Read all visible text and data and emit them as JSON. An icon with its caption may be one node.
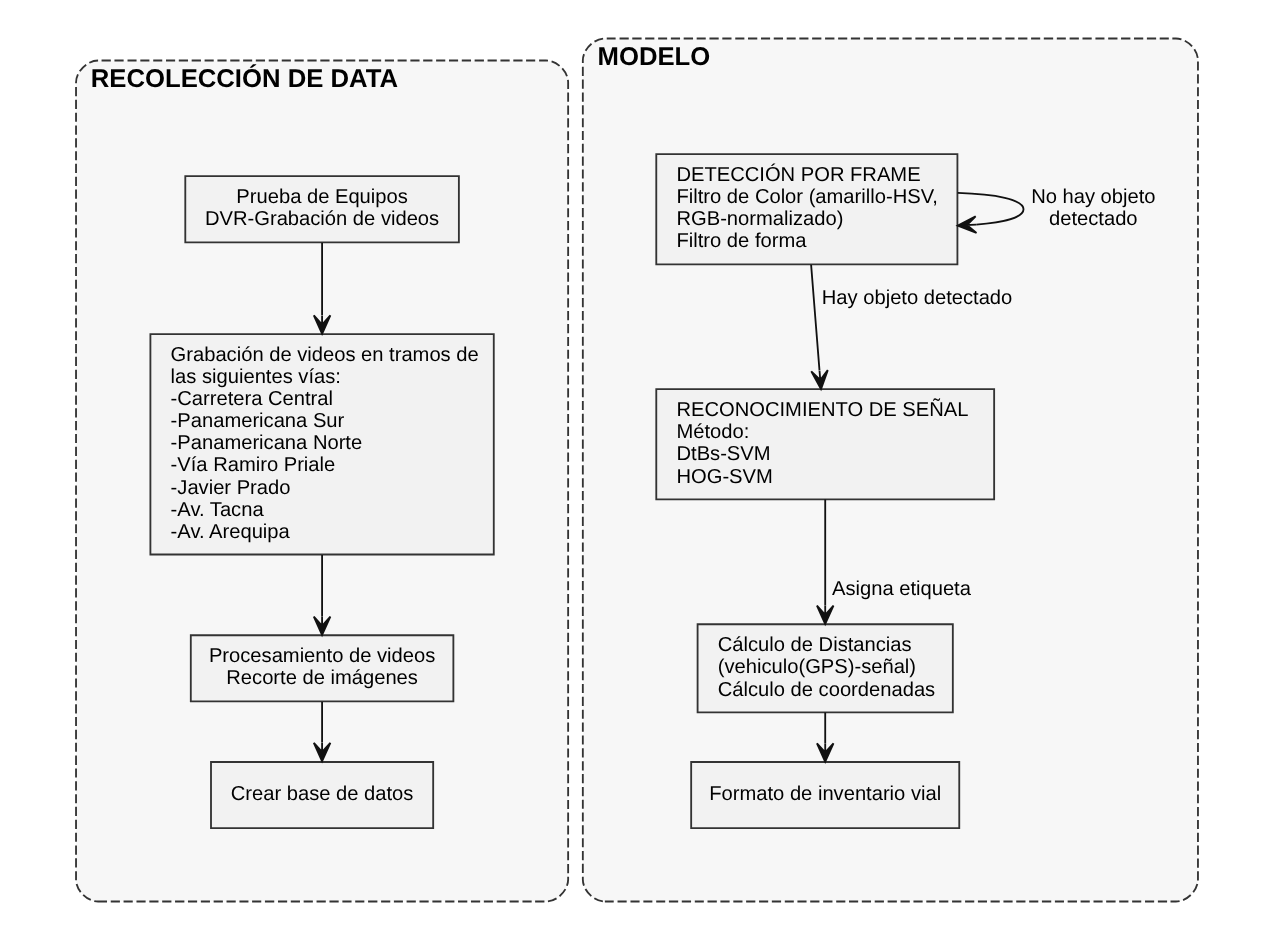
{
  "diagram": {
    "nodes": [
      {
        "text": [
          "RECOLECCIÓN DE DATA"
        ]
      },
      {
        "text": [
          "Prueba de Equipos",
          "DVR-Grabación de videos"
        ],
        "in": 0
      },
      {
        "text": [
          "Grabación de videos en tramos de las siguientes vías:",
          "-Carretera Central",
          "-Panamericana Sur",
          "-Panamericana Norte",
          "-Vía Ramiro Priale",
          "-Javier Prado",
          "-Av. Tacna",
          "-Av. Arequipa"
        ],
        "in": 0
      },
      {
        "text": [
          "Procesamiento de videos",
          "Recorte de imágenes"
        ],
        "in": 0
      },
      {
        "text": [
          "Crear base de datos"
        ],
        "in": 0
      },
      {
        "text": [
          "MODELO"
        ]
      },
      {
        "text": [
          "DETECCIÓN POR FRAME",
          "Filtro de Color (amarillo-HSV, RGB-normalizado)",
          "Filtro de forma"
        ],
        "in": 5
      },
      {
        "text": [
          "RECONOCIMIENTO DE SEÑAL",
          "Método:",
          "DtBs-SVM",
          "HOG-SVM"
        ],
        "in": 5
      },
      {
        "text": [
          "Cálculo de Distancias (vehiculo(GPS)-señal)",
          "Cálculo de coordenadas"
        ],
        "in": 5
      },
      {
        "text": [
          "Formato de inventario vial"
        ],
        "in": 5
      }
    ],
    "edges": [
      {
        "from": 1,
        "to": 2,
        "arrow": "to"
      },
      {
        "from": 2,
        "to": 3,
        "arrow": "to"
      },
      {
        "from": 3,
        "to": 4,
        "arrow": "to"
      },
      {
        "from": 6,
        "to": 6,
        "arrow": "to",
        "label": "No hay objeto detectado"
      },
      {
        "from": 6,
        "to": 7,
        "arrow": "to",
        "label": "Hay objeto detectado"
      },
      {
        "from": 7,
        "to": 8,
        "arrow": "to",
        "label": "Asigna etiqueta"
      },
      {
        "from": 8,
        "to": 9,
        "arrow": "to"
      }
    ]
  }
}
